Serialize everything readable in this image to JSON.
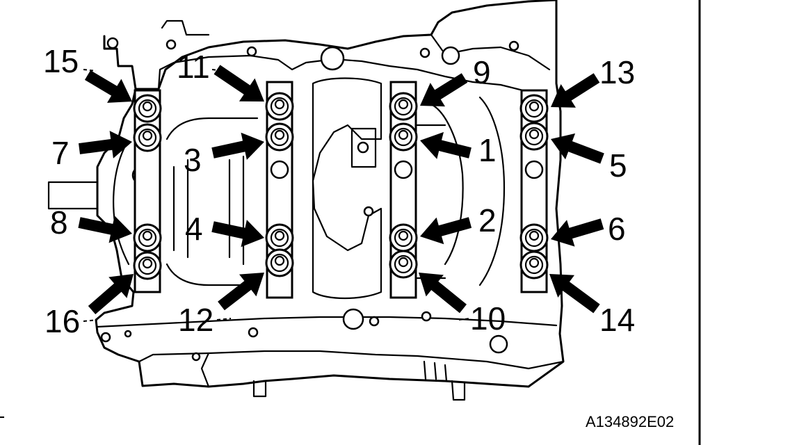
{
  "figure": {
    "id_label": "A134892E02",
    "labels": [
      "15",
      "11",
      "9",
      "13",
      "7",
      "3",
      "1",
      "5",
      "8",
      "4",
      "2",
      "6",
      "16",
      "12",
      "10",
      "14"
    ]
  }
}
